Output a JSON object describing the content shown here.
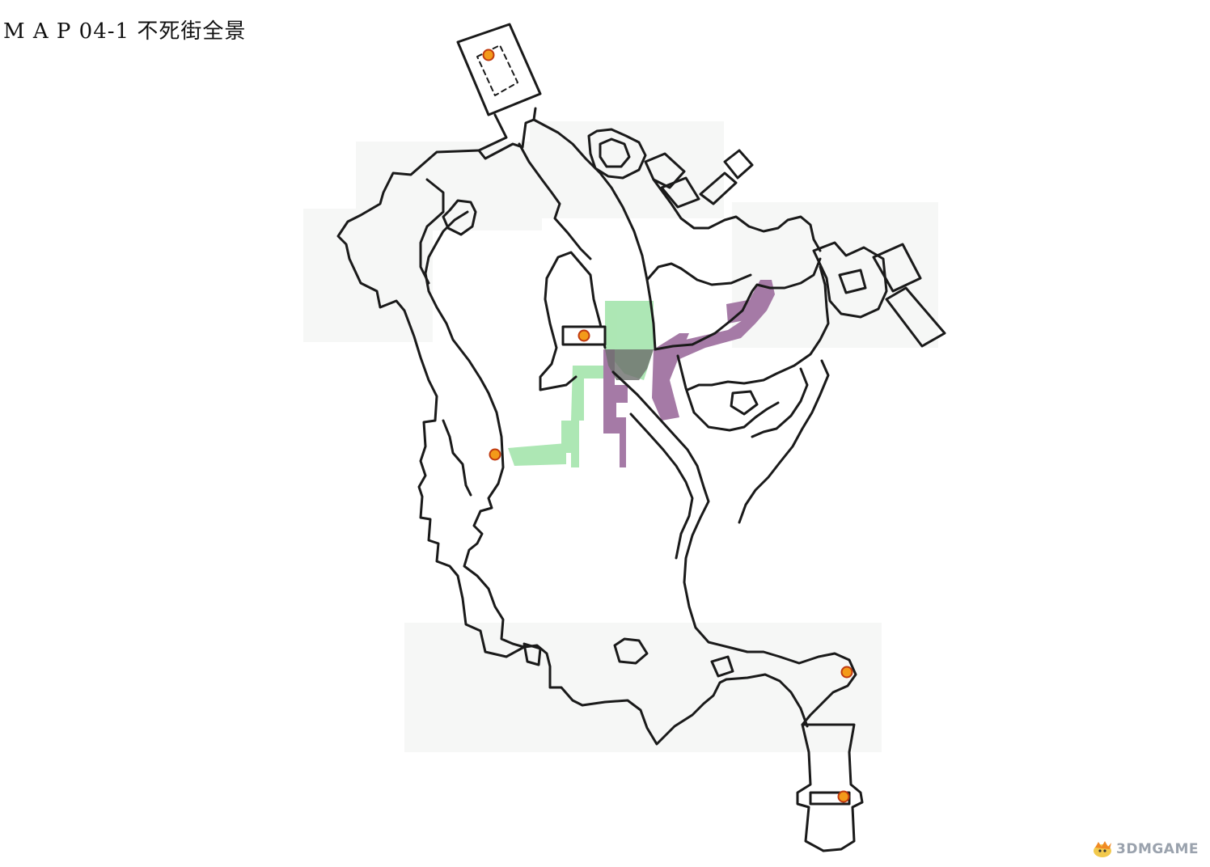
{
  "map": {
    "title": "M A P 04-1  不死街全景",
    "colors": {
      "outline": "#1a1a1a",
      "green_zone": "#9fe3a8",
      "purple_zone": "#a57aa6",
      "marker_fill": "#f39a1a",
      "marker_ring": "#c03a10"
    },
    "markers": [
      {
        "id": "bonfire-top-tower"
      },
      {
        "id": "bonfire-center-room"
      },
      {
        "id": "bonfire-west-path"
      },
      {
        "id": "bonfire-east-ledge"
      },
      {
        "id": "bonfire-south-chamber"
      }
    ]
  },
  "watermark": {
    "text": "3DMGAME",
    "icon": "mascot-icon"
  }
}
